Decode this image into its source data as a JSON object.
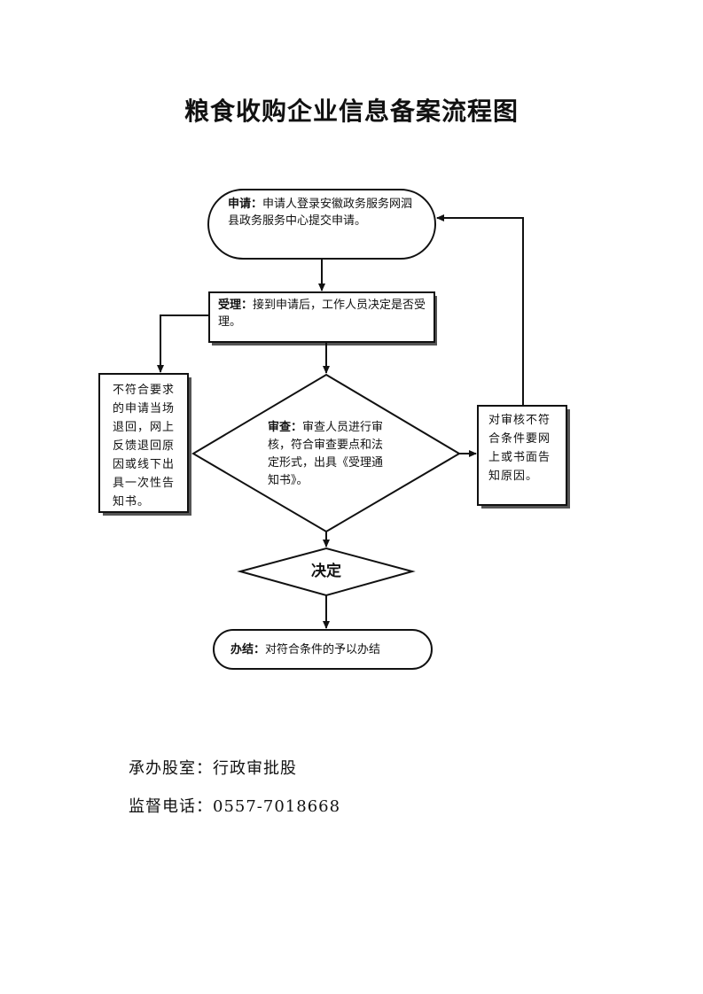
{
  "title": "粮食收购企业信息备案流程图",
  "flow": {
    "apply": {
      "label": "申请：",
      "text": "申请人登录安徽政务服务网泗县政务服务中心提交申请。"
    },
    "accept": {
      "label": "受理：",
      "text": "接到申请后，工作人员决定是否受理。"
    },
    "review": {
      "label": "审查：",
      "text": "审查人员进行审核，符合审查要点和法定形式，出具《受理通知书》。"
    },
    "reject_left": {
      "text": "不符合要求的申请当场退回，网上反馈退回原因或线下出具一次性告知书。"
    },
    "reject_right": {
      "text": "对审核不符合条件要网上或书面告知原因。"
    },
    "decide": {
      "label": "决定"
    },
    "finish": {
      "label": "办结：",
      "text": "对符合条件的予以办结"
    }
  },
  "footer": {
    "office": "承办股室：行政审批股",
    "phone": "监督电话：0557-7018668"
  }
}
